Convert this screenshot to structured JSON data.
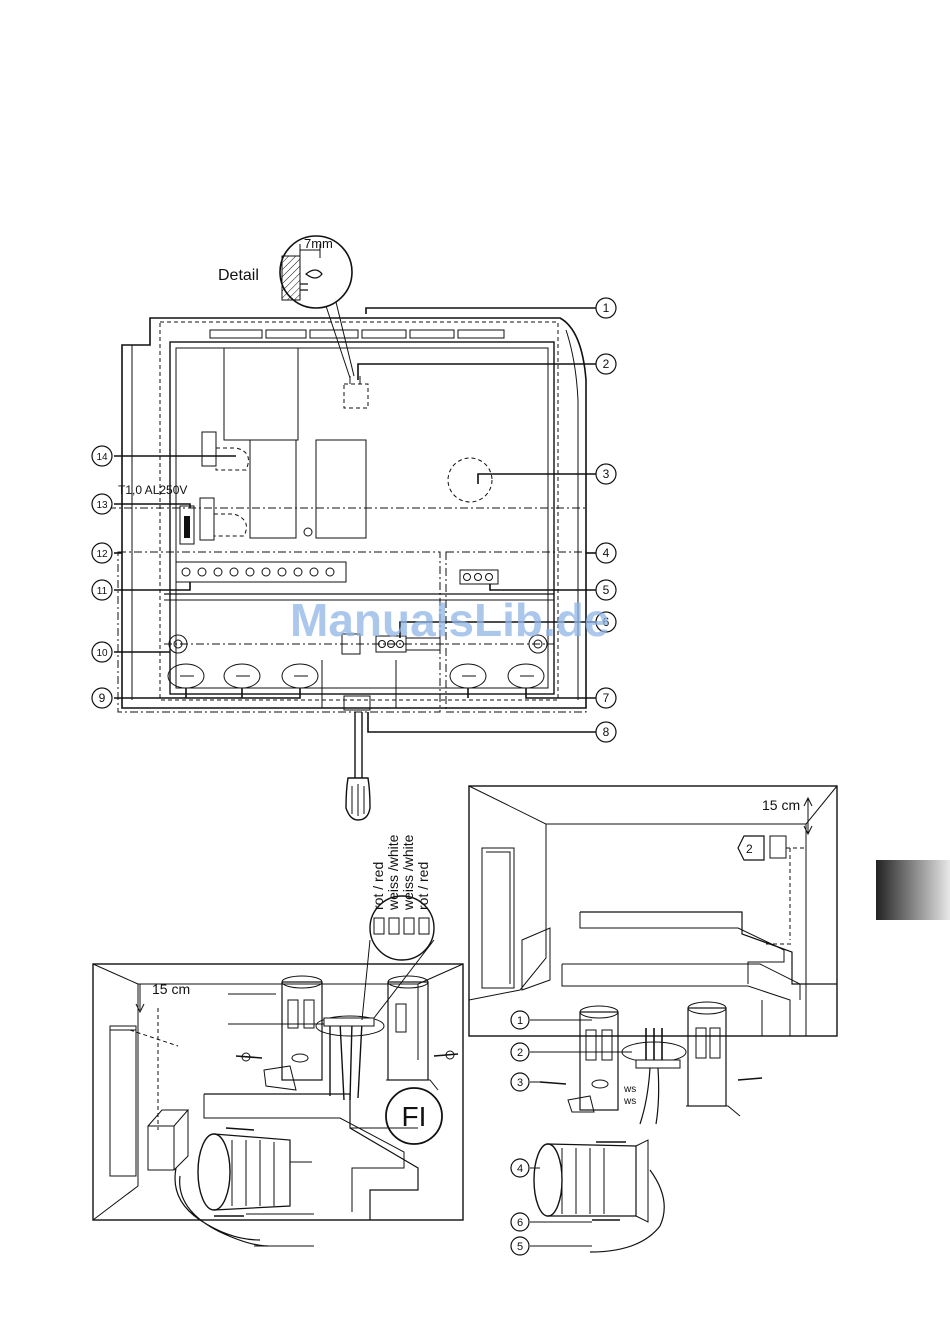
{
  "callouts_top": [
    "1",
    "2",
    "3",
    "4",
    "5",
    "6",
    "7",
    "8",
    "9",
    "10",
    "11",
    "12",
    "13",
    "14"
  ],
  "callouts_right": [
    "1",
    "2",
    "3",
    "4",
    "5",
    "6"
  ],
  "detail_label": "Detail",
  "detail_dim": "7mm",
  "fuse_label": "T1,0 AL250V",
  "dim_left": "15 cm",
  "dim_right": "15 cm",
  "wire_labels": [
    "rot / red",
    "weiss /white",
    "weiss /white",
    "rot / red"
  ],
  "wire_ws": [
    "ws",
    "ws"
  ],
  "lang_badge": "FI",
  "marker_2": "2",
  "watermark": "ManualsLib.de"
}
